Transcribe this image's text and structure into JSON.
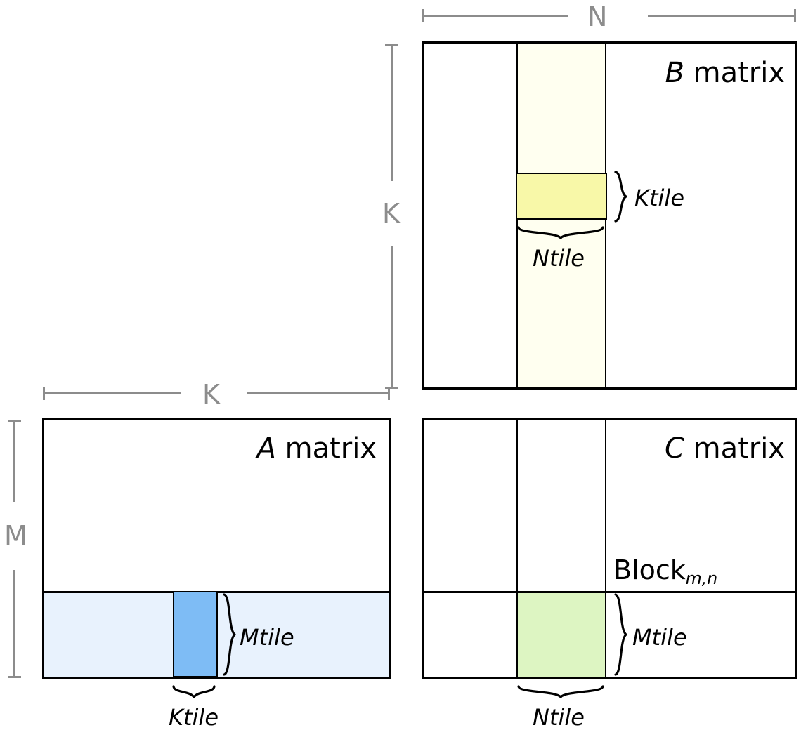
{
  "figure": {
    "kind": "matrix-multiply-tiling-diagram",
    "description": "Blocked GEMM tiling: A matrix (M x K), B matrix (K x N), C matrix (M x N) with Mtile, Ntile, Ktile sub-tiles"
  },
  "colors": {
    "outline": "#000000",
    "dimension_gray": "#8c8c8c",
    "b_strip_fill": "#fffff0",
    "b_tile_fill": "#f8f8a8",
    "a_strip_fill": "#e8f2fd",
    "a_tile_fill": "#7ebcf5",
    "c_tile_fill": "#ddf5c2",
    "background": "#ffffff"
  },
  "matrices": {
    "a": {
      "title_var": "A",
      "title_rest": " matrix",
      "row_dim_label": "M",
      "col_dim_label": "K",
      "tile_height_label": "Mtile",
      "tile_width_label": "Ktile"
    },
    "b": {
      "title_var": "B",
      "title_rest": " matrix",
      "row_dim_label": "K",
      "col_dim_label": "N",
      "tile_height_label": "Ktile",
      "tile_width_label": "Ntile"
    },
    "c": {
      "title_var": "C",
      "title_rest": " matrix",
      "block_label_base": "Block",
      "block_label_sub": "m,n",
      "tile_height_label": "Mtile",
      "tile_width_label": "Ntile"
    }
  },
  "dimensions": {
    "n": "N",
    "k_vertical": "K",
    "k_horizontal": "K",
    "m": "M"
  }
}
